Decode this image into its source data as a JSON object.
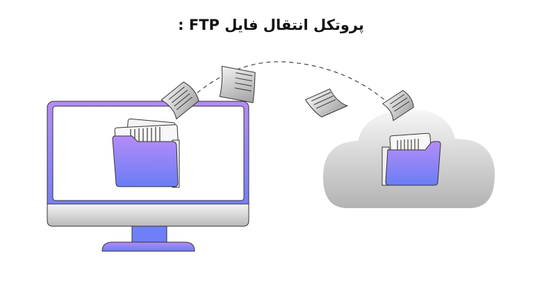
{
  "title": "پروتکل انتقال فایل FTP :",
  "diagram": {
    "nodes": [
      {
        "id": "computer",
        "label": "Local computer (monitor with folder)",
        "icon": "monitor-icon"
      },
      {
        "id": "cloud",
        "label": "Remote server (cloud with folder)",
        "icon": "cloud-icon"
      }
    ],
    "edges": [
      {
        "from": "computer",
        "to": "cloud",
        "style": "dashed-arc",
        "carries": "documents"
      }
    ],
    "floating_documents": 4
  },
  "colors": {
    "accent_top": "#b18cf7",
    "accent_bottom": "#6b7cf6",
    "monitor_chin": "#c8c8c8",
    "cloud_top": "#f2f2f2",
    "cloud_bottom": "#b8b8b8",
    "outline": "#333333",
    "title": "#111111"
  }
}
